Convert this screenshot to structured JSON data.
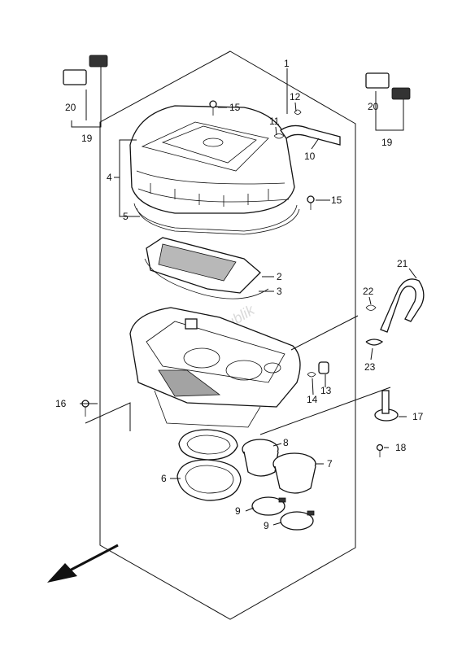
{
  "labels": {
    "l1": "1",
    "l2": "2",
    "l3": "3",
    "l4": "4",
    "l5": "5",
    "l6": "6",
    "l7": "7",
    "l8": "8",
    "l9a": "9",
    "l9b": "9",
    "l10": "10",
    "l11": "11",
    "l12": "12",
    "l13": "13",
    "l14": "14",
    "l15a": "15",
    "l15b": "15",
    "l16": "16",
    "l17": "17",
    "l18": "18",
    "l19a": "19",
    "l19b": "19",
    "l20a": "20",
    "l20b": "20",
    "l21": "21",
    "l22": "22",
    "l23": "23"
  },
  "watermark": "Partsrepublik"
}
